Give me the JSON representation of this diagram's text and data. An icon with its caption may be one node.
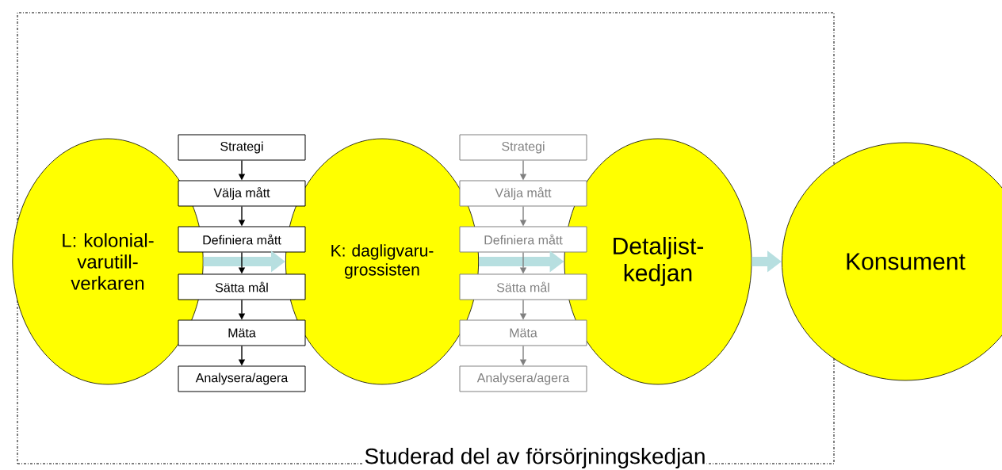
{
  "diagram": {
    "nodes": [
      {
        "text": [
          "Studerad del av försörjningskedjan"
        ]
      },
      {
        "text": [
          "L: kolonial- varutill- verkaren"
        ],
        "in": 0
      },
      {
        "text": [
          "Strategi"
        ],
        "in": 0
      },
      {
        "text": [
          "Välja mått"
        ],
        "in": 0
      },
      {
        "text": [
          "Definiera mått"
        ],
        "in": 0
      },
      {
        "text": [
          "Sätta mål"
        ],
        "in": 0
      },
      {
        "text": [
          "Mäta"
        ],
        "in": 0
      },
      {
        "text": [
          "Analysera/agera"
        ],
        "in": 0
      },
      {
        "text": [
          "K: dagligvaru- grossisten"
        ],
        "in": 0
      },
      {
        "text": [
          "Strategi"
        ],
        "in": 0
      },
      {
        "text": [
          "Välja mått"
        ],
        "in": 0
      },
      {
        "text": [
          "Definiera mått"
        ],
        "in": 0
      },
      {
        "text": [
          "Sätta mål"
        ],
        "in": 0
      },
      {
        "text": [
          "Mäta"
        ],
        "in": 0
      },
      {
        "text": [
          "Analysera/agera"
        ],
        "in": 0
      },
      {
        "text": [
          "Detaljist- kedjan"
        ],
        "in": 0
      },
      {
        "text": [
          "Konsument"
        ]
      }
    ],
    "edges": [
      {
        "from": 1,
        "to": 8,
        "arrow": "to",
        "style": "thick",
        "color": "#b7dfe0"
      },
      {
        "from": 8,
        "to": 15,
        "arrow": "to",
        "style": "thick",
        "color": "#b7dfe0"
      },
      {
        "from": 15,
        "to": 16,
        "arrow": "to",
        "style": "thick",
        "color": "#b7dfe0"
      },
      {
        "from": 2,
        "to": 3,
        "arrow": "to"
      },
      {
        "from": 3,
        "to": 4,
        "arrow": "to"
      },
      {
        "from": 4,
        "to": 5,
        "arrow": "to"
      },
      {
        "from": 5,
        "to": 6,
        "arrow": "to"
      },
      {
        "from": 6,
        "to": 7,
        "arrow": "to"
      },
      {
        "from": 9,
        "to": 10,
        "arrow": "to",
        "color": "#808080"
      },
      {
        "from": 10,
        "to": 11,
        "arrow": "to",
        "color": "#808080"
      },
      {
        "from": 11,
        "to": 12,
        "arrow": "to",
        "color": "#808080"
      },
      {
        "from": 12,
        "to": 13,
        "arrow": "to",
        "color": "#808080"
      },
      {
        "from": 13,
        "to": 14,
        "arrow": "to",
        "color": "#808080"
      }
    ]
  }
}
